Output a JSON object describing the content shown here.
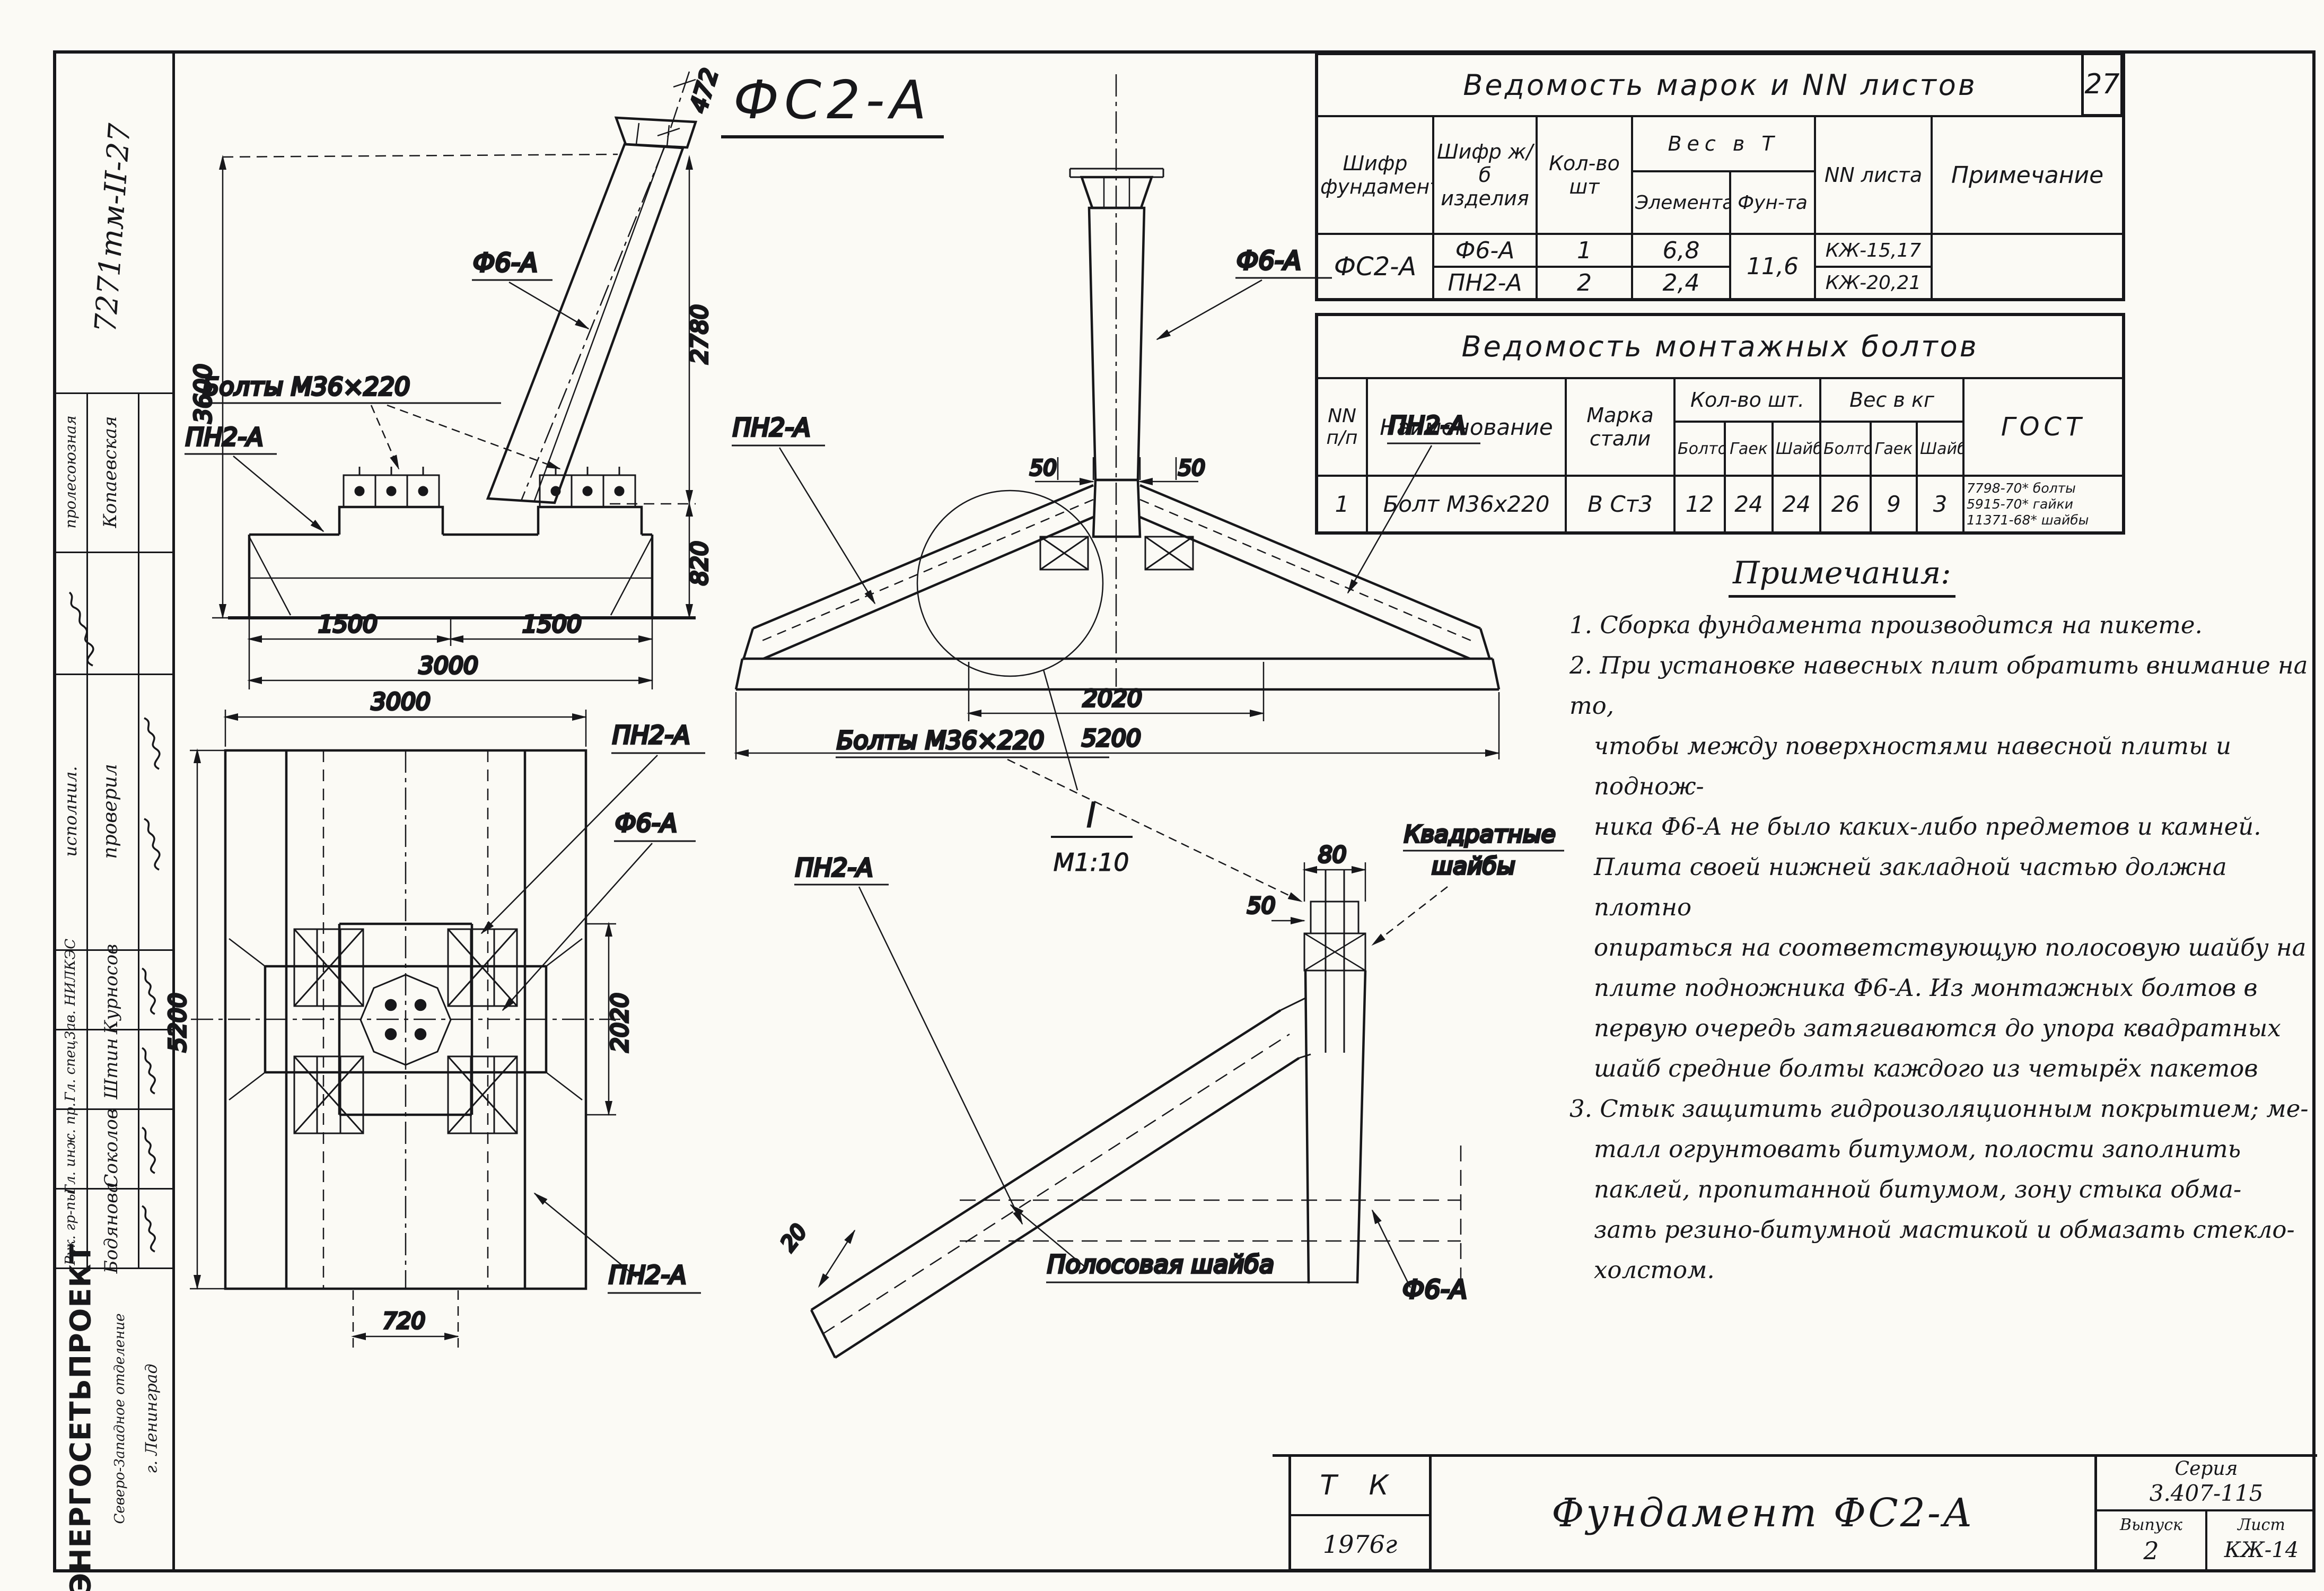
{
  "page_number": "27",
  "header_title": "ФС2-А",
  "left_strip": {
    "doc_number": "7271тм-II-27",
    "row1_role": "пролесоюзная",
    "row1_name": "Копаевская",
    "executor_label": "исполнил.",
    "checker_label": "проверил",
    "approvals": [
      {
        "role": "Зав. НИЛКЭС",
        "name": "Курносов"
      },
      {
        "role": "Гл. спец.",
        "name": "Штин"
      },
      {
        "role": "Гл. инж. пр.",
        "name": "Соколов"
      },
      {
        "role": "Рук. гр-пы",
        "name": "Бодянова"
      }
    ],
    "org_name": "ЭНЕРГОСЕТЬПРОЕКТ",
    "org_branch": "Северо-Западное отделение",
    "org_city": "г. Ленинград"
  },
  "marks_table": {
    "title": "Ведомость марок и NN листов",
    "col_foundation": "Шифр фундамента",
    "col_product": "Шифр ж/б изделия",
    "col_qty": "Кол-во шт",
    "col_weight_group": "Вес в Т",
    "col_weight_element": "Элемента",
    "col_weight_found": "Фун-та",
    "col_sheets": "NN листа",
    "col_note": "Примечание",
    "row1": {
      "foundation": "ФС2-А",
      "product": "Ф6-А",
      "qty": "1",
      "w_elem": "6,8",
      "w_found": "11,6",
      "sheets": "КЖ-15,17",
      "note": ""
    },
    "row2": {
      "product": "ПН2-А",
      "qty": "2",
      "w_elem": "2,4",
      "sheets": "КЖ-20,21"
    }
  },
  "bolts_table": {
    "title": "Ведомость монтажных болтов",
    "col_num": "NN п/п",
    "col_name": "Наименование",
    "col_steel": "Марка стали",
    "col_qty_group": "Кол-во шт.",
    "col_weight_group": "Вес в кг",
    "col_bolts": "Болтов",
    "col_nuts": "Гаек",
    "col_washers": "Шайб",
    "col_gost": "ГОСТ",
    "row": {
      "num": "1",
      "name": "Болт М36х220",
      "steel": "В Ст3",
      "qty_bolts": "12",
      "qty_nuts": "24",
      "qty_washers": "24",
      "w_bolts": "26",
      "w_nuts": "9",
      "w_washers": "3",
      "gost_line1": "7798-70* болты",
      "gost_line2": "5915-70* гайки",
      "gost_line3": "11371-68* шайбы"
    }
  },
  "notes": {
    "title": "Примечания:",
    "lines": [
      "1. Сборка фундамента производится на пикете.",
      "2. При установке навесных плит обратить внимание на то,",
      "чтобы между поверхностями навесной плиты и поднож-",
      "ника Ф6-А не было каких-либо предметов и камней.",
      "Плита своей нижней закладной частью должна плотно",
      "опираться на соответствующую полосовую шайбу на",
      "плите подножника Ф6-А. Из монтажных болтов в",
      "первую очередь затягиваются до упора квадратных",
      "шайб средние болты каждого из четырёх пакетов",
      "3. Стык защитить гидроизоляционным покрытием; ме-",
      "талл огрунтовать битумом, полости заполнить",
      "паклей, пропитанной битумом, зону стыка обма-",
      "зать резино-битумной мастикой и обмазать стекло-",
      "холстом."
    ]
  },
  "labels": {
    "f6a": "Ф6-А",
    "pn2a": "ПН2-А",
    "bolts": "Болты М36×220",
    "square_washers_line1": "Квадратные",
    "square_washers_line2": "шайбы",
    "strip_washer": "Полосовая шайба",
    "detail_mark": "I",
    "detail_scale": "М1:10"
  },
  "dims": {
    "d472": "472",
    "d3600": "3600",
    "d2780": "2780",
    "d820": "820",
    "d1500": "1500",
    "d3000": "3000",
    "d50": "50",
    "d2020": "2020",
    "d5200": "5200",
    "d720": "720",
    "d80": "80",
    "d20": "20"
  },
  "title_block": {
    "stamp_line1": "Т К",
    "stamp_line2": "1976г",
    "title": "Фундамент ФС2-А",
    "series_label": "Серия",
    "series_value": "3.407-115",
    "issue_label": "Выпуск",
    "issue_value": "2",
    "sheet_label": "Лист",
    "sheet_value": "КЖ-14"
  }
}
